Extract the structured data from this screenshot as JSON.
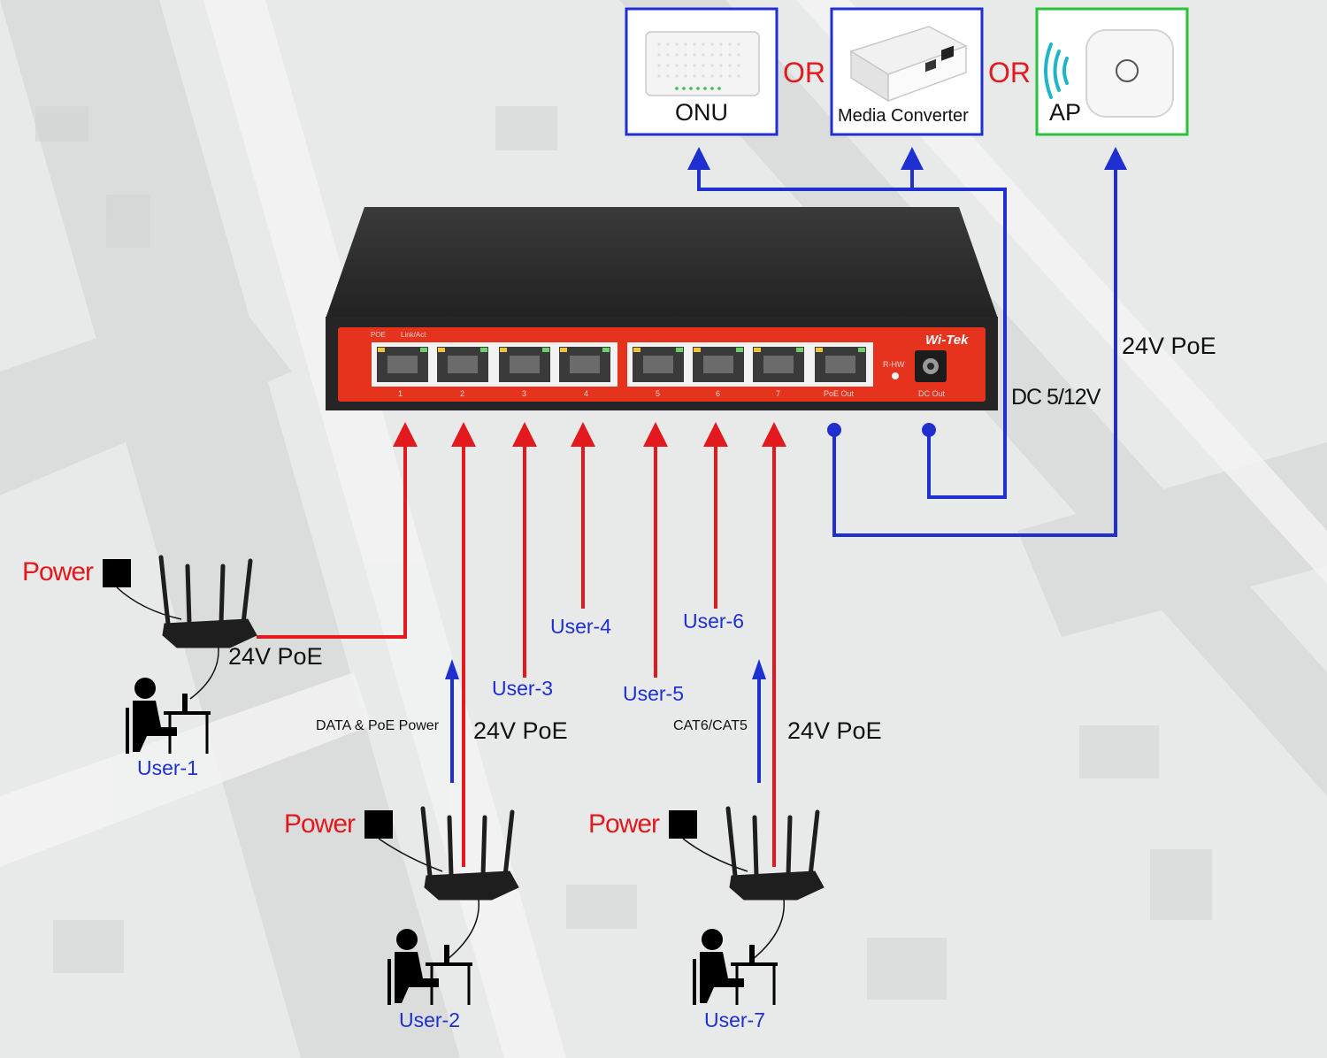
{
  "devices": {
    "onu": {
      "label": "ONU"
    },
    "media_converter": {
      "label": "Media Converter"
    },
    "ap": {
      "label": "AP"
    },
    "or_label": "OR"
  },
  "switch": {
    "brand": "Wi-Tek",
    "poe_label": "POE",
    "link_label": "Link/Act",
    "ports": [
      "1",
      "2",
      "3",
      "4",
      "5",
      "6",
      "7",
      "PoE Out"
    ],
    "rhw_label": "R-HW",
    "dcout_label": "DC Out"
  },
  "labels": {
    "dc": "DC 5/12V",
    "poe_uplink": "24V PoE",
    "poe_user1": "24V PoE",
    "poe_user2": "24V PoE",
    "poe_user7": "24V PoE",
    "data_poe": "DATA & PoE Power",
    "cable": "CAT6/CAT5",
    "power": "Power"
  },
  "users": {
    "user1": "User-1",
    "user2": "User-2",
    "user3": "User-3",
    "user4": "User-4",
    "user5": "User-5",
    "user6": "User-6",
    "user7": "User-7"
  },
  "colors": {
    "red_line": "#e3191d",
    "blue_line": "#1f2fd0",
    "switch_body": "#2a2a2a",
    "switch_panel": "#e5331e",
    "ap_frame": "#28c33a",
    "device_frame": "#1f2fd0"
  }
}
